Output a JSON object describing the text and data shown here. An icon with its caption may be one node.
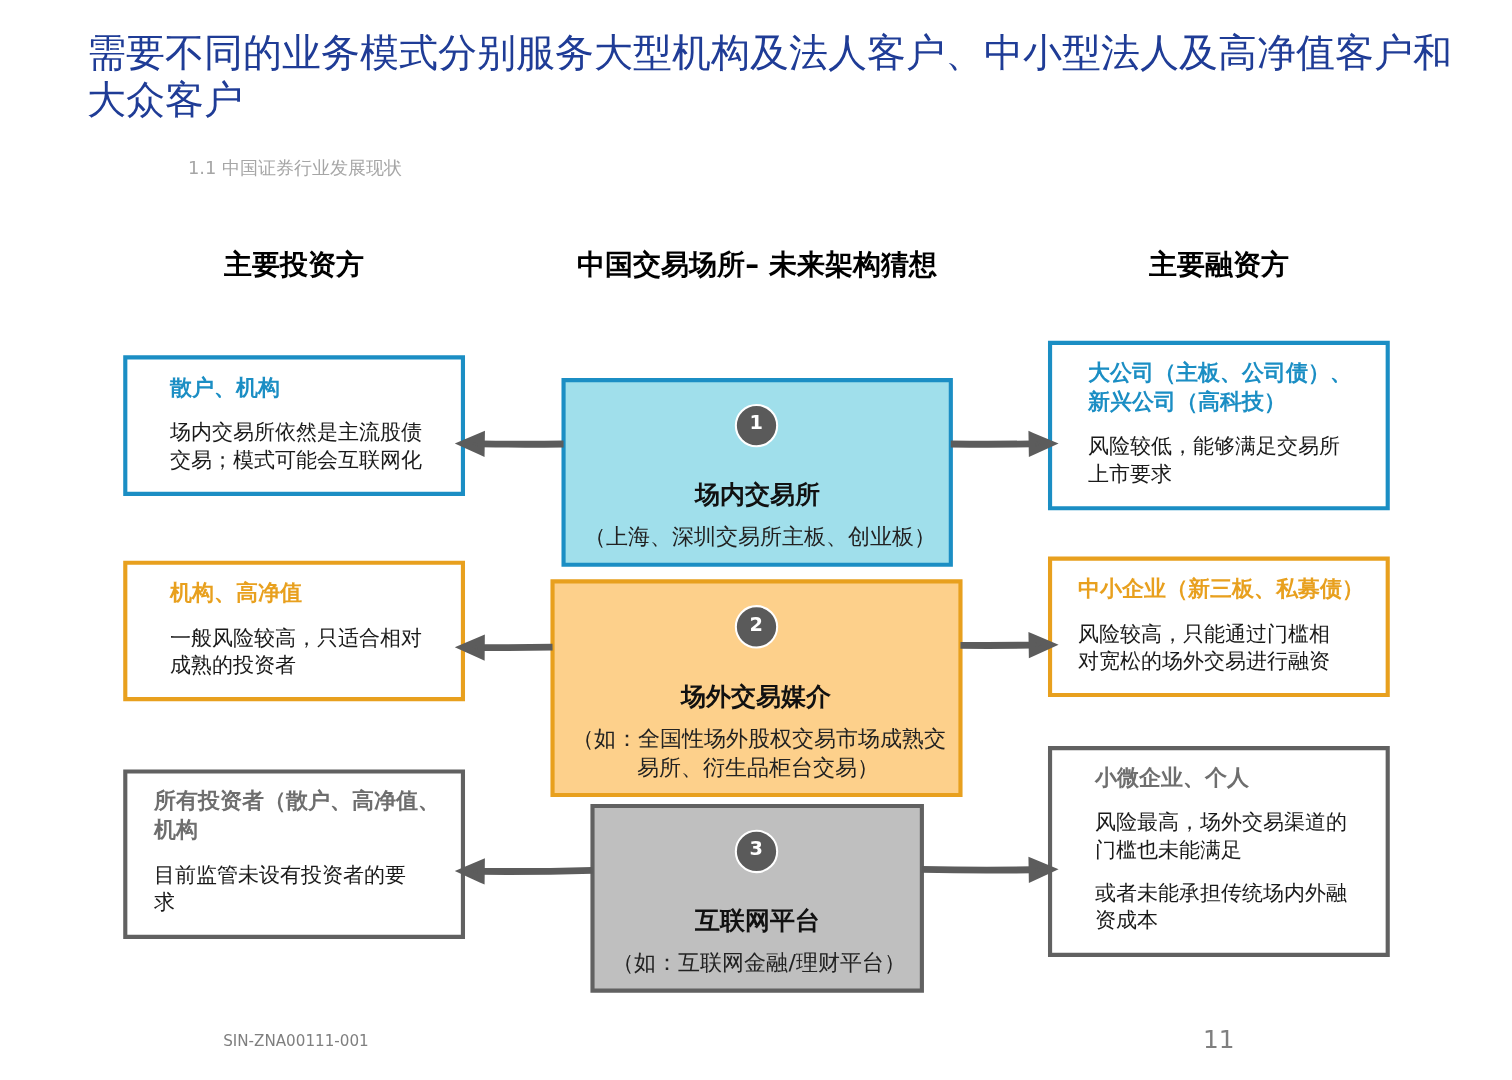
{
  "diagram": {
    "title": "需要不同的业务模式分别服务大型机构及法人客户、中小型法人及高净值客户和大众客户",
    "nodes": [
      {
        "text": [
          "散户、机构",
          "场内交易所依然是主流股债交易；模式可能会互联网化"
        ]
      },
      {
        "text": [
          "场内交易所",
          "（上海、深圳交易所主板、创业板）"
        ]
      },
      {
        "text": [
          "1"
        ],
        "in": 1
      },
      {
        "text": [
          "大公司（主板、公司债）、新兴公司（高科技）",
          "风险较低，能够满足交易所上市要求"
        ]
      },
      {
        "text": [
          "机构、高净值",
          "一般风险较高，只适合相对成熟的投资者"
        ]
      },
      {
        "text": [
          "场外交易媒介",
          "（如：全国性场外股权交易市场成熟交易所、衍生品柜台交易）"
        ]
      },
      {
        "text": [
          "2"
        ],
        "in": 5
      },
      {
        "text": [
          "中小企业（新三板、私募债）",
          "风险较高，只能通过门槛相对宽松的场外交易进行融资"
        ]
      },
      {
        "text": [
          "所有投资者（散户、高净值、机构",
          "目前监管未设有投资者的要求"
        ]
      },
      {
        "text": [
          "互联网平台",
          "（如：互联网金融/理财平台）"
        ]
      },
      {
        "text": [
          "3"
        ],
        "in": 9
      },
      {
        "text": [
          "小微企业、个人",
          "风险最高，场外交易渠道的门槛也未能满足",
          "或者未能承担传统场内外融资成本"
        ]
      }
    ],
    "edges": [
      {
        "from": 1,
        "to": 0,
        "arrow": "to"
      },
      {
        "from": 1,
        "to": 3,
        "arrow": "to"
      },
      {
        "from": 5,
        "to": 4,
        "arrow": "to"
      },
      {
        "from": 5,
        "to": 7,
        "arrow": "to"
      },
      {
        "from": 9,
        "to": 8,
        "arrow": "to"
      },
      {
        "from": 9,
        "to": 11,
        "arrow": "to"
      }
    ],
    "labels": [
      "1.1 中国证券行业发展现状",
      "主要投资方",
      "中国交易场所– 未来架构猜想",
      "主要融资方",
      "SIN-ZNA00111-001",
      "11"
    ]
  }
}
